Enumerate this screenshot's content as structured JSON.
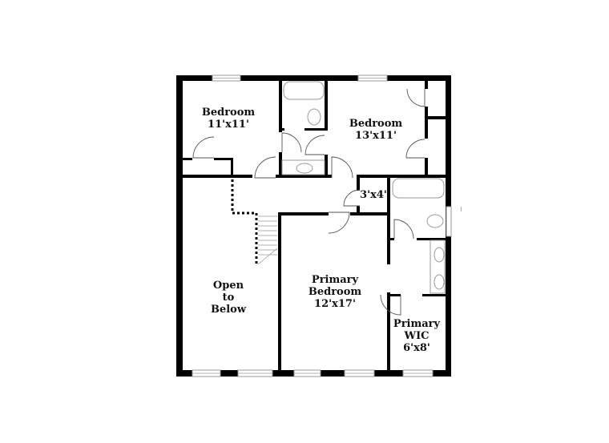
{
  "floor_plan": {
    "rooms": [
      {
        "name": "Bedroom",
        "size": "11'x11'"
      },
      {
        "name": "Bedroom",
        "size": "13'x11'"
      },
      {
        "name": "",
        "size": "3'x4'"
      },
      {
        "name_lines": [
          "Open",
          "to",
          "Below"
        ]
      },
      {
        "name_lines": [
          "Primary",
          "Bedroom"
        ],
        "size": "12'x17'"
      },
      {
        "name_lines": [
          "Primary",
          "WIC"
        ],
        "size": "6'x8'"
      }
    ],
    "colors": {
      "wall": "#000000",
      "fixture": "#9a9a9a",
      "background": "#ffffff"
    }
  }
}
